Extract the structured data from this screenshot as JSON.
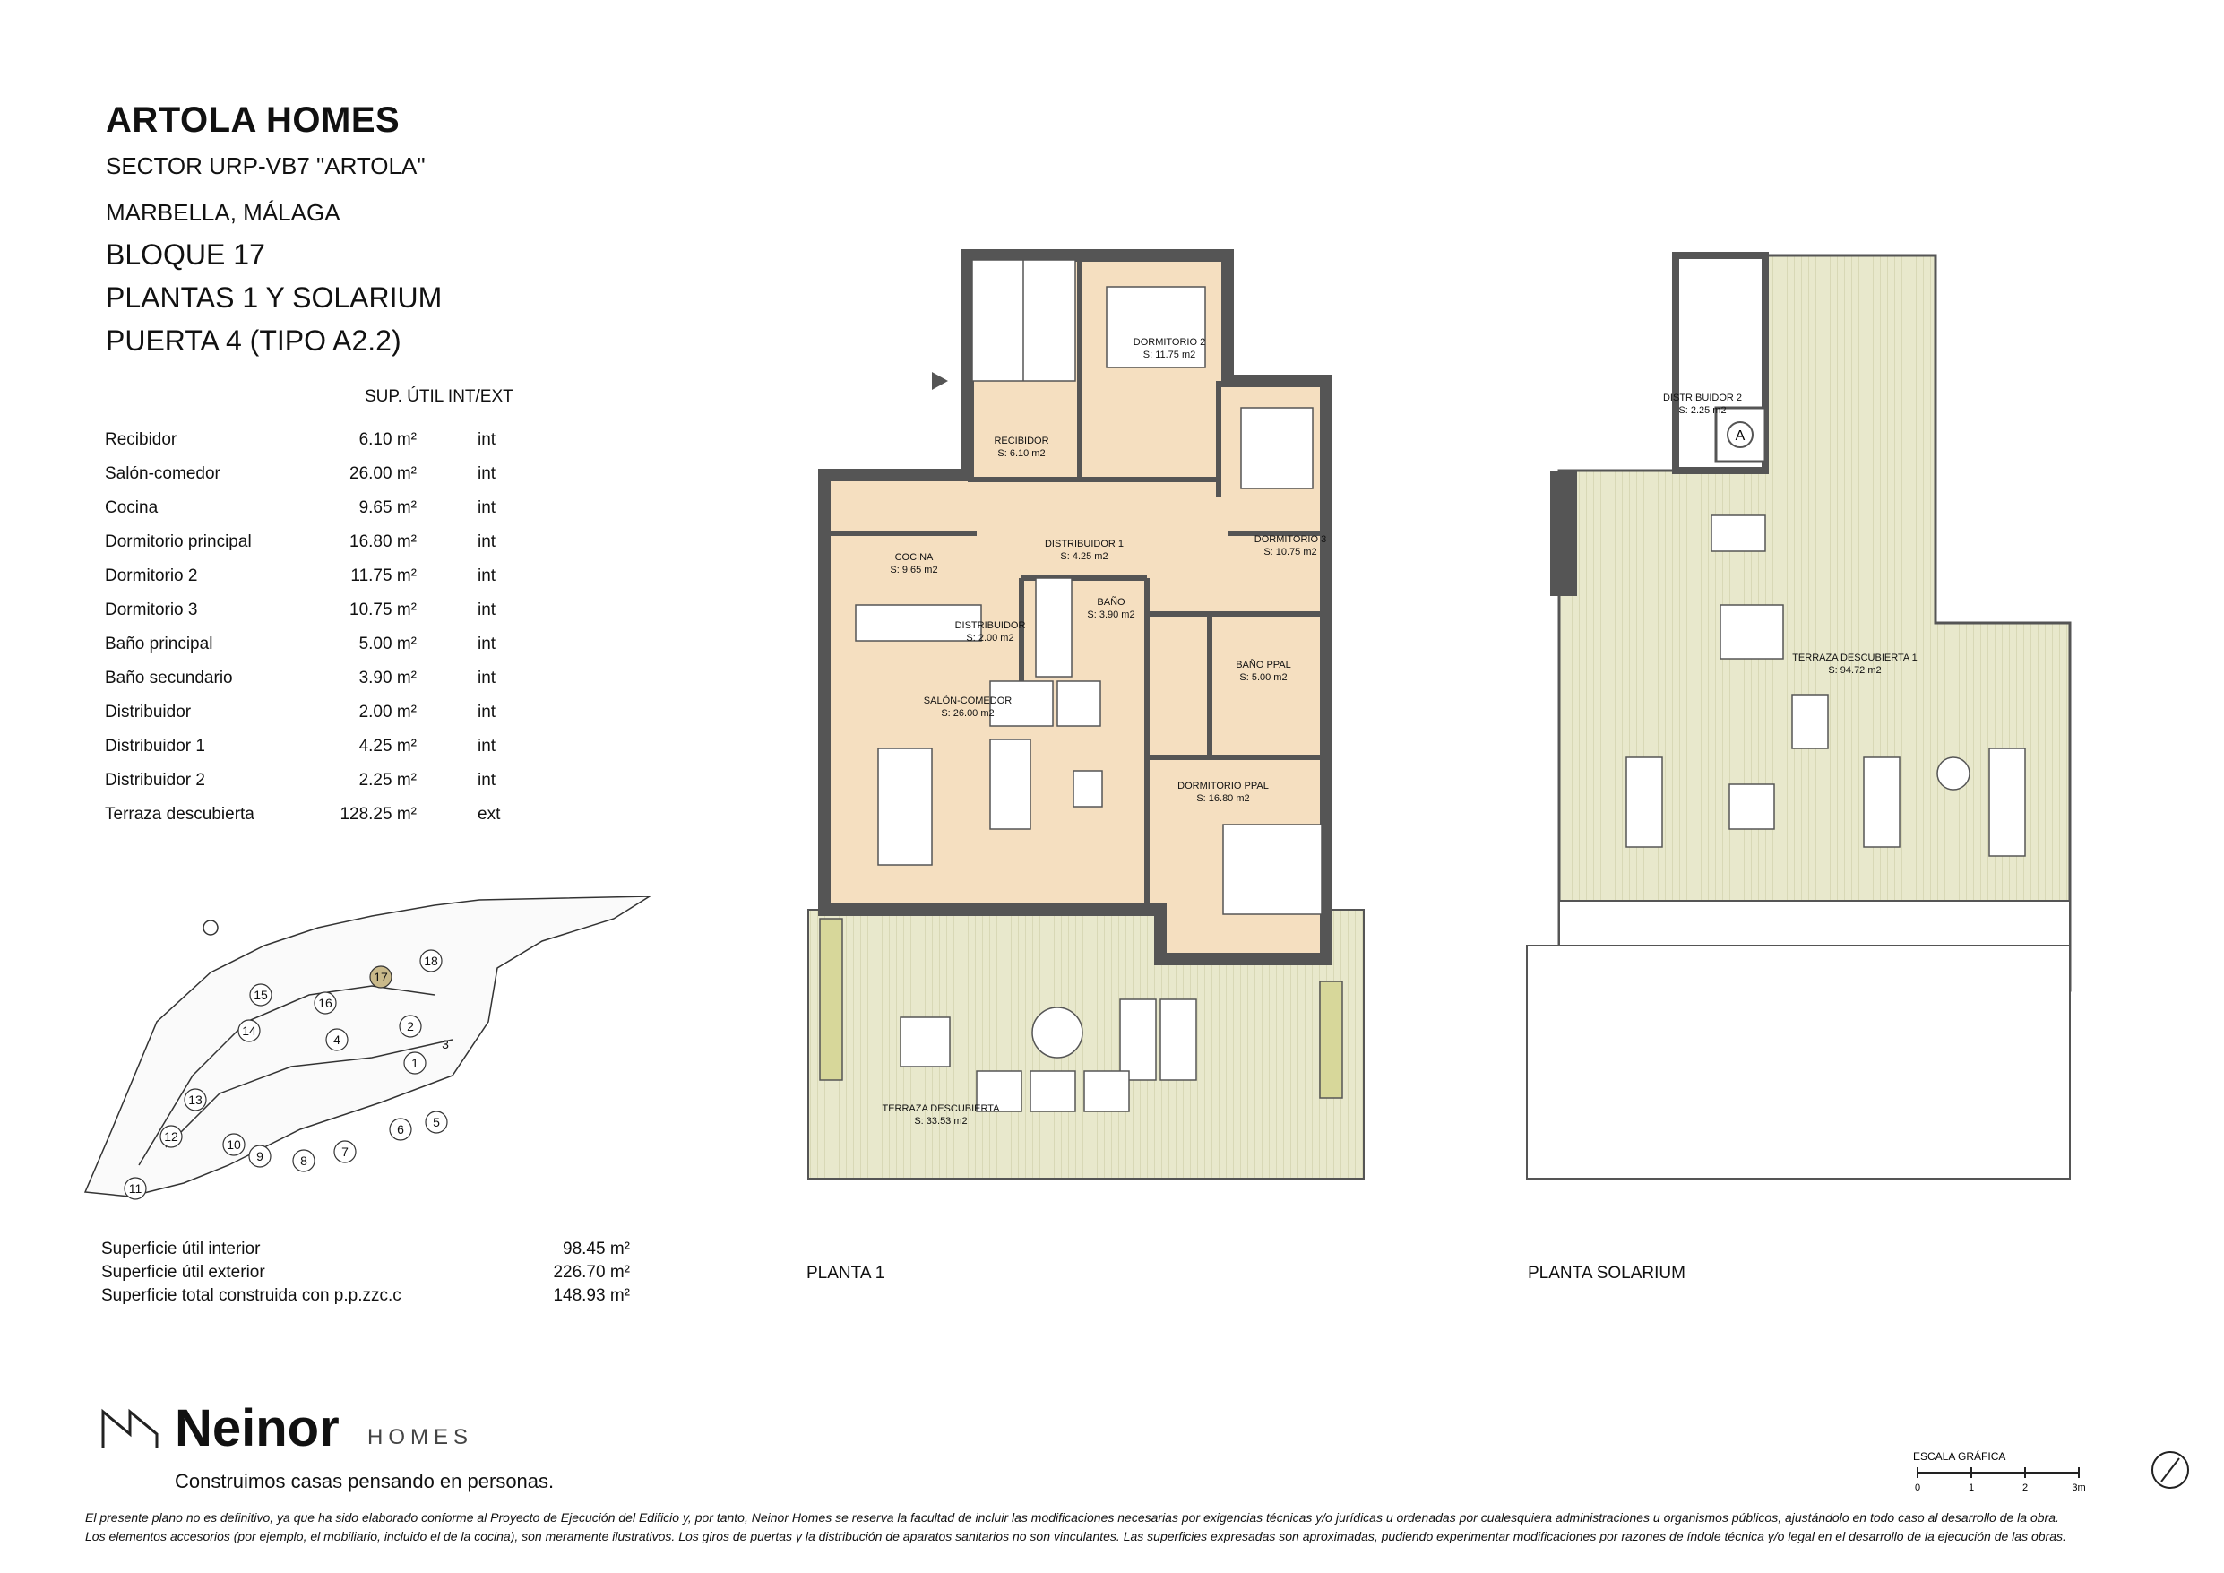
{
  "header": {
    "title": "ARTOLA HOMES",
    "sector": "SECTOR URP-VB7 \"ARTOLA\"",
    "location": "MARBELLA, MÁLAGA",
    "block": "BLOQUE 17",
    "floors": "PLANTAS 1 Y SOLARIUM",
    "door": "PUERTA 4 (TIPO A2.2)"
  },
  "table": {
    "header": "SUP. ÚTIL INT/EXT",
    "rows": [
      {
        "name": "Recibidor",
        "value": "6.10 m²",
        "type": "int"
      },
      {
        "name": "Salón-comedor",
        "value": "26.00 m²",
        "type": "int"
      },
      {
        "name": "Cocina",
        "value": "9.65 m²",
        "type": "int"
      },
      {
        "name": "Dormitorio principal",
        "value": "16.80 m²",
        "type": "int"
      },
      {
        "name": "Dormitorio 2",
        "value": "11.75 m²",
        "type": "int"
      },
      {
        "name": "Dormitorio 3",
        "value": "10.75 m²",
        "type": "int"
      },
      {
        "name": "Baño principal",
        "value": "5.00 m²",
        "type": "int"
      },
      {
        "name": "Baño secundario",
        "value": "3.90 m²",
        "type": "int"
      },
      {
        "name": "Distribuidor",
        "value": "2.00 m²",
        "type": "int"
      },
      {
        "name": "Distribuidor 1",
        "value": "4.25 m²",
        "type": "int"
      },
      {
        "name": "Distribuidor 2",
        "value": "2.25 m²",
        "type": "int"
      },
      {
        "name": "Terraza descubierta",
        "value": "128.25 m²",
        "type": "ext"
      }
    ]
  },
  "summary": [
    {
      "name": "Superficie útil interior",
      "value": "98.45 m²"
    },
    {
      "name": "Superficie útil exterior",
      "value": "226.70 m²"
    },
    {
      "name": "Superficie total construida con p.p.zzc.c",
      "value": "148.93 m²"
    }
  ],
  "siteplan": {
    "blocks": [
      "1",
      "2",
      "3",
      "4",
      "5",
      "6",
      "7",
      "8",
      "9",
      "10",
      "11",
      "12",
      "13",
      "14",
      "15",
      "16",
      "17",
      "18"
    ]
  },
  "plan1": {
    "label": "PLANTA 1",
    "rooms": [
      {
        "name": "RECIBIDOR",
        "area": "S: 6.10 m2"
      },
      {
        "name": "DORMITORIO 2",
        "area": "S: 11.75 m2"
      },
      {
        "name": "DORMITORIO 3",
        "area": "S: 10.75 m2"
      },
      {
        "name": "COCINA",
        "area": "S: 9.65 m2"
      },
      {
        "name": "DISTRIBUIDOR 1",
        "area": "S: 4.25 m2"
      },
      {
        "name": "BAÑO",
        "area": "S: 3.90 m2"
      },
      {
        "name": "DISTRIBUIDOR",
        "area": "S: 2.00 m2"
      },
      {
        "name": "BAÑO PPAL",
        "area": "S: 5.00 m2"
      },
      {
        "name": "SALÓN-COMEDOR",
        "area": "S: 26.00 m2"
      },
      {
        "name": "DORMITORIO PPAL",
        "area": "S: 16.80 m2"
      },
      {
        "name": "TERRAZA DESCUBIERTA",
        "area": "S: 33.53 m2"
      }
    ]
  },
  "plan2": {
    "label": "PLANTA SOLARIUM",
    "rooms": [
      {
        "name": "DISTRIBUIDOR 2",
        "area": "S: 2.25 m2"
      },
      {
        "name": "TERRAZA DESCUBIERTA 1",
        "area": "S: 94.72 m2"
      }
    ],
    "lift_label": "A"
  },
  "brand": {
    "name": "Neinor",
    "sub": "HOMES",
    "tagline": "Construimos casas pensando en personas."
  },
  "scale": {
    "title": "ESCALA GRÁFICA",
    "ticks": [
      "0",
      "1",
      "2",
      "3m"
    ]
  },
  "disclaimer": {
    "line1": "El presente plano no es definitivo, ya que ha sido elaborado conforme al Proyecto de Ejecución del Edificio y, por tanto, Neinor Homes se reserva la facultad de incluir las modificaciones necesarias por exigencias técnicas y/o jurídicas u ordenadas por cualesquiera administraciones u organismos públicos, ajustándolo en todo caso al desarrollo de la obra.",
    "line2": "Los elementos accesorios (por ejemplo, el mobiliario, incluido el de la cocina), son meramente ilustrativos. Los giros de puertas y la distribución de aparatos sanitarios no son vinculantes. Las superficies expresadas son aproximadas, pudiendo experimentar modificaciones por razones de índole técnica y/o legal en el desarrollo de la ejecución de las obras."
  },
  "colors": {
    "interior": "#f5dfc0",
    "terrace": "#e8e8cc",
    "wall": "#555555"
  }
}
